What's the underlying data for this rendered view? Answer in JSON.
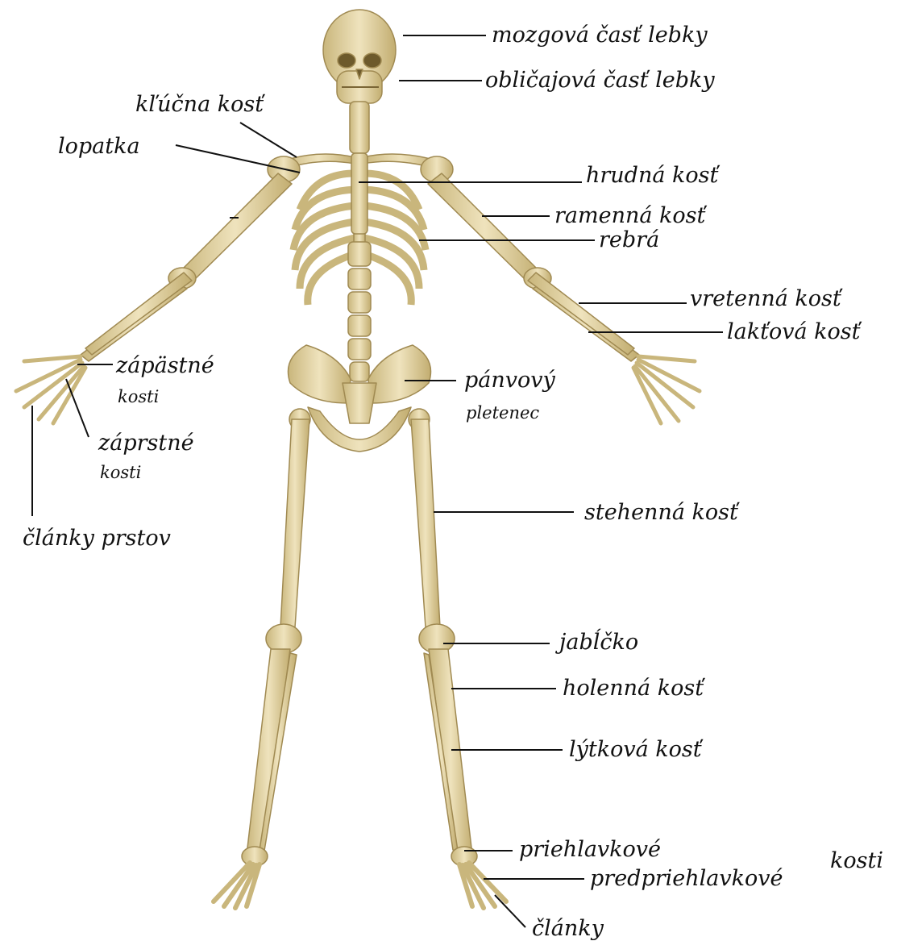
{
  "labels": {
    "skull_cranial": "mozgová časť lebky",
    "skull_facial": "obličajová časť lebky",
    "clavicle": "kľúčna kosť",
    "scapula": "lopatka",
    "sternum": "hrudná kosť",
    "humerus": "ramenná kosť",
    "ribs": "rebrá",
    "radius": "vretenná kosť",
    "ulna": "lakťová kosť",
    "carpals_1": "zápästné",
    "carpals_2": "kosti",
    "metacarpals_1": "záprstné",
    "metacarpals_2": "kosti",
    "pelvis_1": "pánvový",
    "pelvis_2": "pletenec",
    "phalanges_hand": "články prstov",
    "femur": "stehenná kosť",
    "patella": "jabĺčko",
    "tibia": "holenná kosť",
    "fibula": "lýtková kosť",
    "tarsals": "priehlavkové",
    "metatarsals": "predpriehlavkové",
    "foot_bones_suffix": "kosti",
    "phalanges_foot": "články"
  },
  "colors": {
    "bone": "#e6d7a6",
    "bone_shadow": "#b49f66",
    "line": "#111111"
  }
}
